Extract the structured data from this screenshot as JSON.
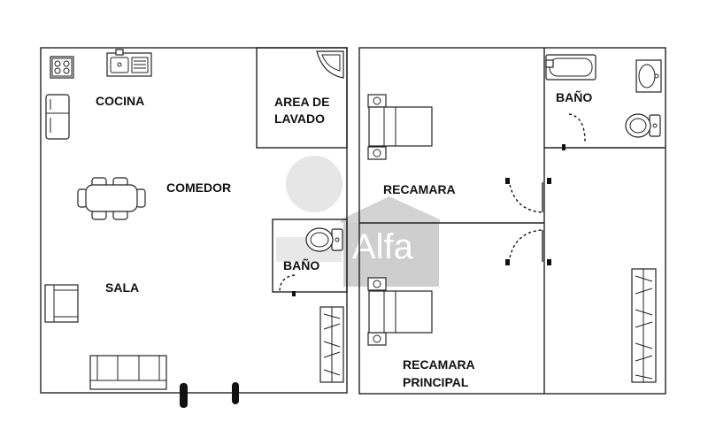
{
  "rooms": {
    "cocina": "COCINA",
    "area_lavado_line1": "AREA DE",
    "area_lavado_line2": "LAVADO",
    "comedor": "COMEDOR",
    "sala": "SALA",
    "bano_left": "BAÑO",
    "recamara": "RECAMARA",
    "bano_right": "BAÑO",
    "recamara_principal_line1": "RECAMARA",
    "recamara_principal_line2": "PRINCIPAL"
  },
  "watermark": {
    "brand": "Alfa",
    "color": "#c9c9c9"
  },
  "icons": [
    "stove-icon",
    "sink-icon",
    "refrigerator-icon",
    "dining-table-icon",
    "armchair-icon",
    "sofa-icon",
    "toilet-icon",
    "bathtub-icon",
    "washbasin-icon",
    "bed-icon",
    "closet-icon",
    "door-swing-icon",
    "corner-sink-icon"
  ]
}
